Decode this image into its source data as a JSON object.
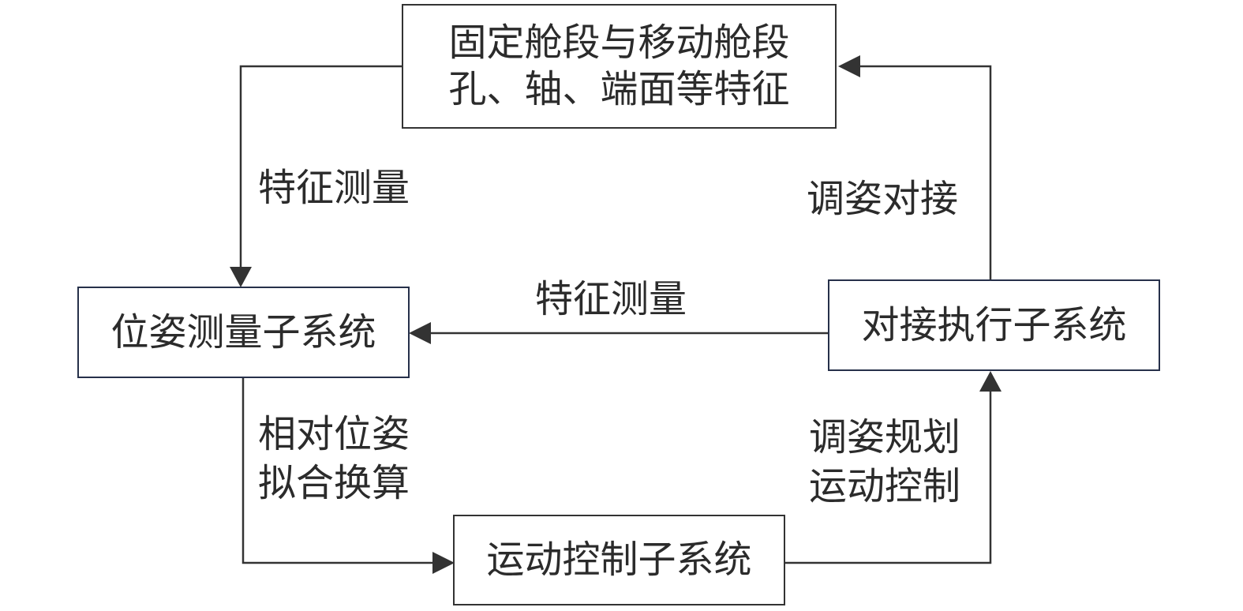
{
  "nodes": {
    "features": {
      "lines": [
        "固定舱段与移动舱段",
        "孔、轴、端面等特征"
      ]
    },
    "pose_measurement": {
      "text": "位姿测量子系统"
    },
    "docking_execution": {
      "text": "对接执行子系统"
    },
    "motion_control": {
      "text": "运动控制子系统"
    }
  },
  "edge_labels": {
    "feature_measure_left": "特征测量",
    "feature_measure_middle": "特征测量",
    "adjust_docking": "调姿对接",
    "relative_pose": [
      "相对位姿",
      "拟合换算"
    ],
    "adjust_planning": [
      "调姿规划",
      "运动控制"
    ]
  },
  "colors": {
    "line": "#333333",
    "text": "#2b2b2b",
    "box_border_dark_blue": "#26304a"
  }
}
